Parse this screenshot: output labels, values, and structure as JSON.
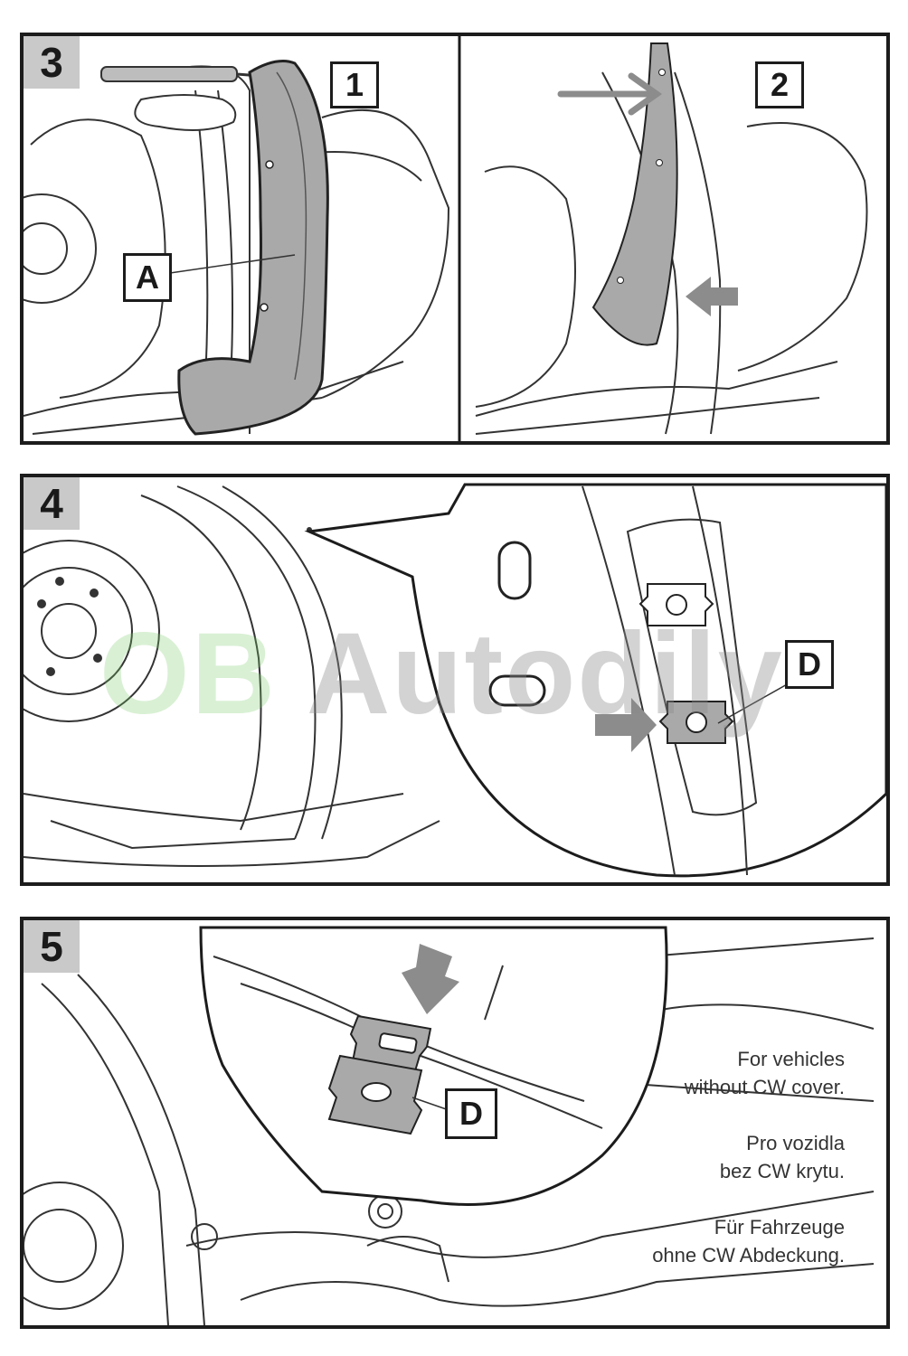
{
  "steps": [
    {
      "number": "3",
      "sub_labels": [
        "1",
        "2"
      ],
      "part_label": "A"
    },
    {
      "number": "4",
      "part_label": "D"
    },
    {
      "number": "5",
      "part_label": "D"
    }
  ],
  "note": {
    "en": [
      "For vehicles",
      "without CW cover."
    ],
    "cs": [
      "Pro vozidla",
      "bez CW krytu."
    ],
    "de": [
      "Für Fahrzeuge",
      "ohne CW Abdeckung."
    ]
  },
  "watermark": {
    "part1": "OB",
    "part2": " Autodily"
  },
  "colors": {
    "frame": "#1c1c1c",
    "step_badge": "#c9c9c9",
    "part_fill": "#a9a9a9",
    "arrow": "#8c8c8c"
  }
}
